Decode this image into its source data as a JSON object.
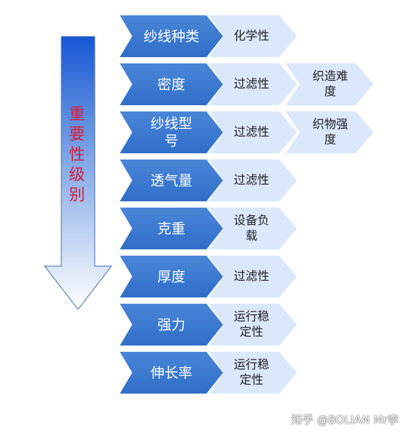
{
  "arrow_label": "重要性级别",
  "colors": {
    "main_chevron": "#3a78d0",
    "sub_chevron": "#dbe7fb",
    "arrow_top": "#1a5ed6",
    "arrow_bottom": "#ffffff",
    "label_red": "#d6203b"
  },
  "rows": [
    {
      "main": "纱线种类",
      "sub": "化学性",
      "sub2": ""
    },
    {
      "main": "密度",
      "sub": "过滤性",
      "sub2": "织造难\n度"
    },
    {
      "main": "纱线型\n号",
      "sub": "过滤性",
      "sub2": "织物强\n度"
    },
    {
      "main": "透气量",
      "sub": "过滤性",
      "sub2": ""
    },
    {
      "main": "克重",
      "sub": "设备负\n载",
      "sub2": ""
    },
    {
      "main": "厚度",
      "sub": "过滤性",
      "sub2": ""
    },
    {
      "main": "强力",
      "sub": "运行稳\n定性",
      "sub2": ""
    },
    {
      "main": "伸长率",
      "sub": "运行稳\n定性",
      "sub2": ""
    }
  ],
  "watermark": "知乎 @BOLIAN Mr李"
}
